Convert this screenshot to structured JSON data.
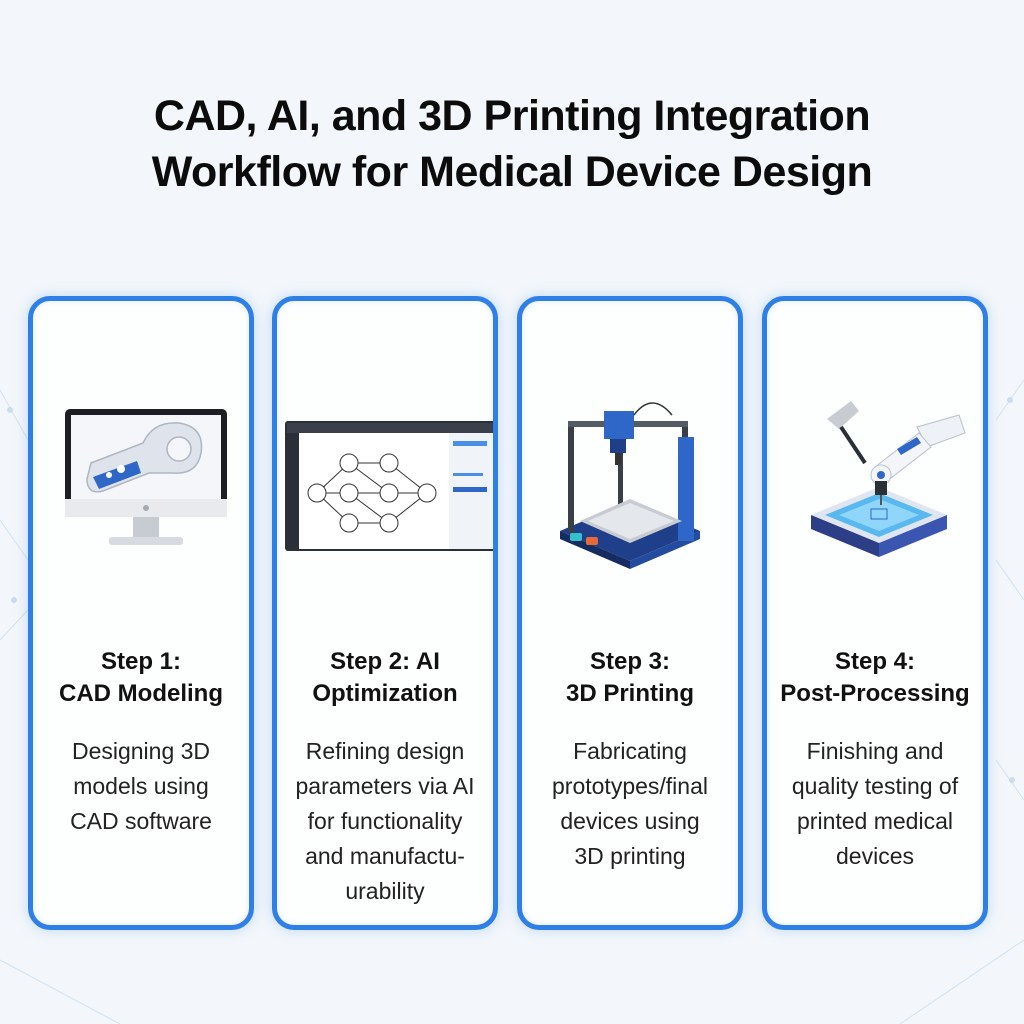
{
  "title": {
    "line1": "CAD, AI, and 3D Printing Integration",
    "line2": "Workflow for Medical Device Design"
  },
  "steps": [
    {
      "title_lines": [
        "Step 1:",
        "CAD Modeling"
      ],
      "desc_lines": [
        "Designing 3D",
        "models using",
        "CAD software"
      ],
      "icon": "monitor-cad-model-icon"
    },
    {
      "title_lines": [
        "Step 2: AI",
        "Optimization"
      ],
      "desc_lines": [
        "Refining design",
        "parameters via AI",
        "for functionality",
        "and manufactu-",
        "urability"
      ],
      "icon": "ai-node-graph-screen-icon"
    },
    {
      "title_lines": [
        "Step 3:",
        "3D Printing"
      ],
      "desc_lines": [
        "Fabricating",
        "prototypes/final",
        "devices using",
        "3D printing"
      ],
      "icon": "3d-printer-icon"
    },
    {
      "title_lines": [
        "Step 4:",
        "Post-Processing"
      ],
      "desc_lines": [
        "Finishing and",
        "quality testing of",
        "printed medical",
        "devices"
      ],
      "icon": "robotic-arm-finishing-icon"
    }
  ],
  "colors": {
    "accent": "#2f7fe8",
    "device_blue": "#2f67c9",
    "text": "#111111"
  }
}
